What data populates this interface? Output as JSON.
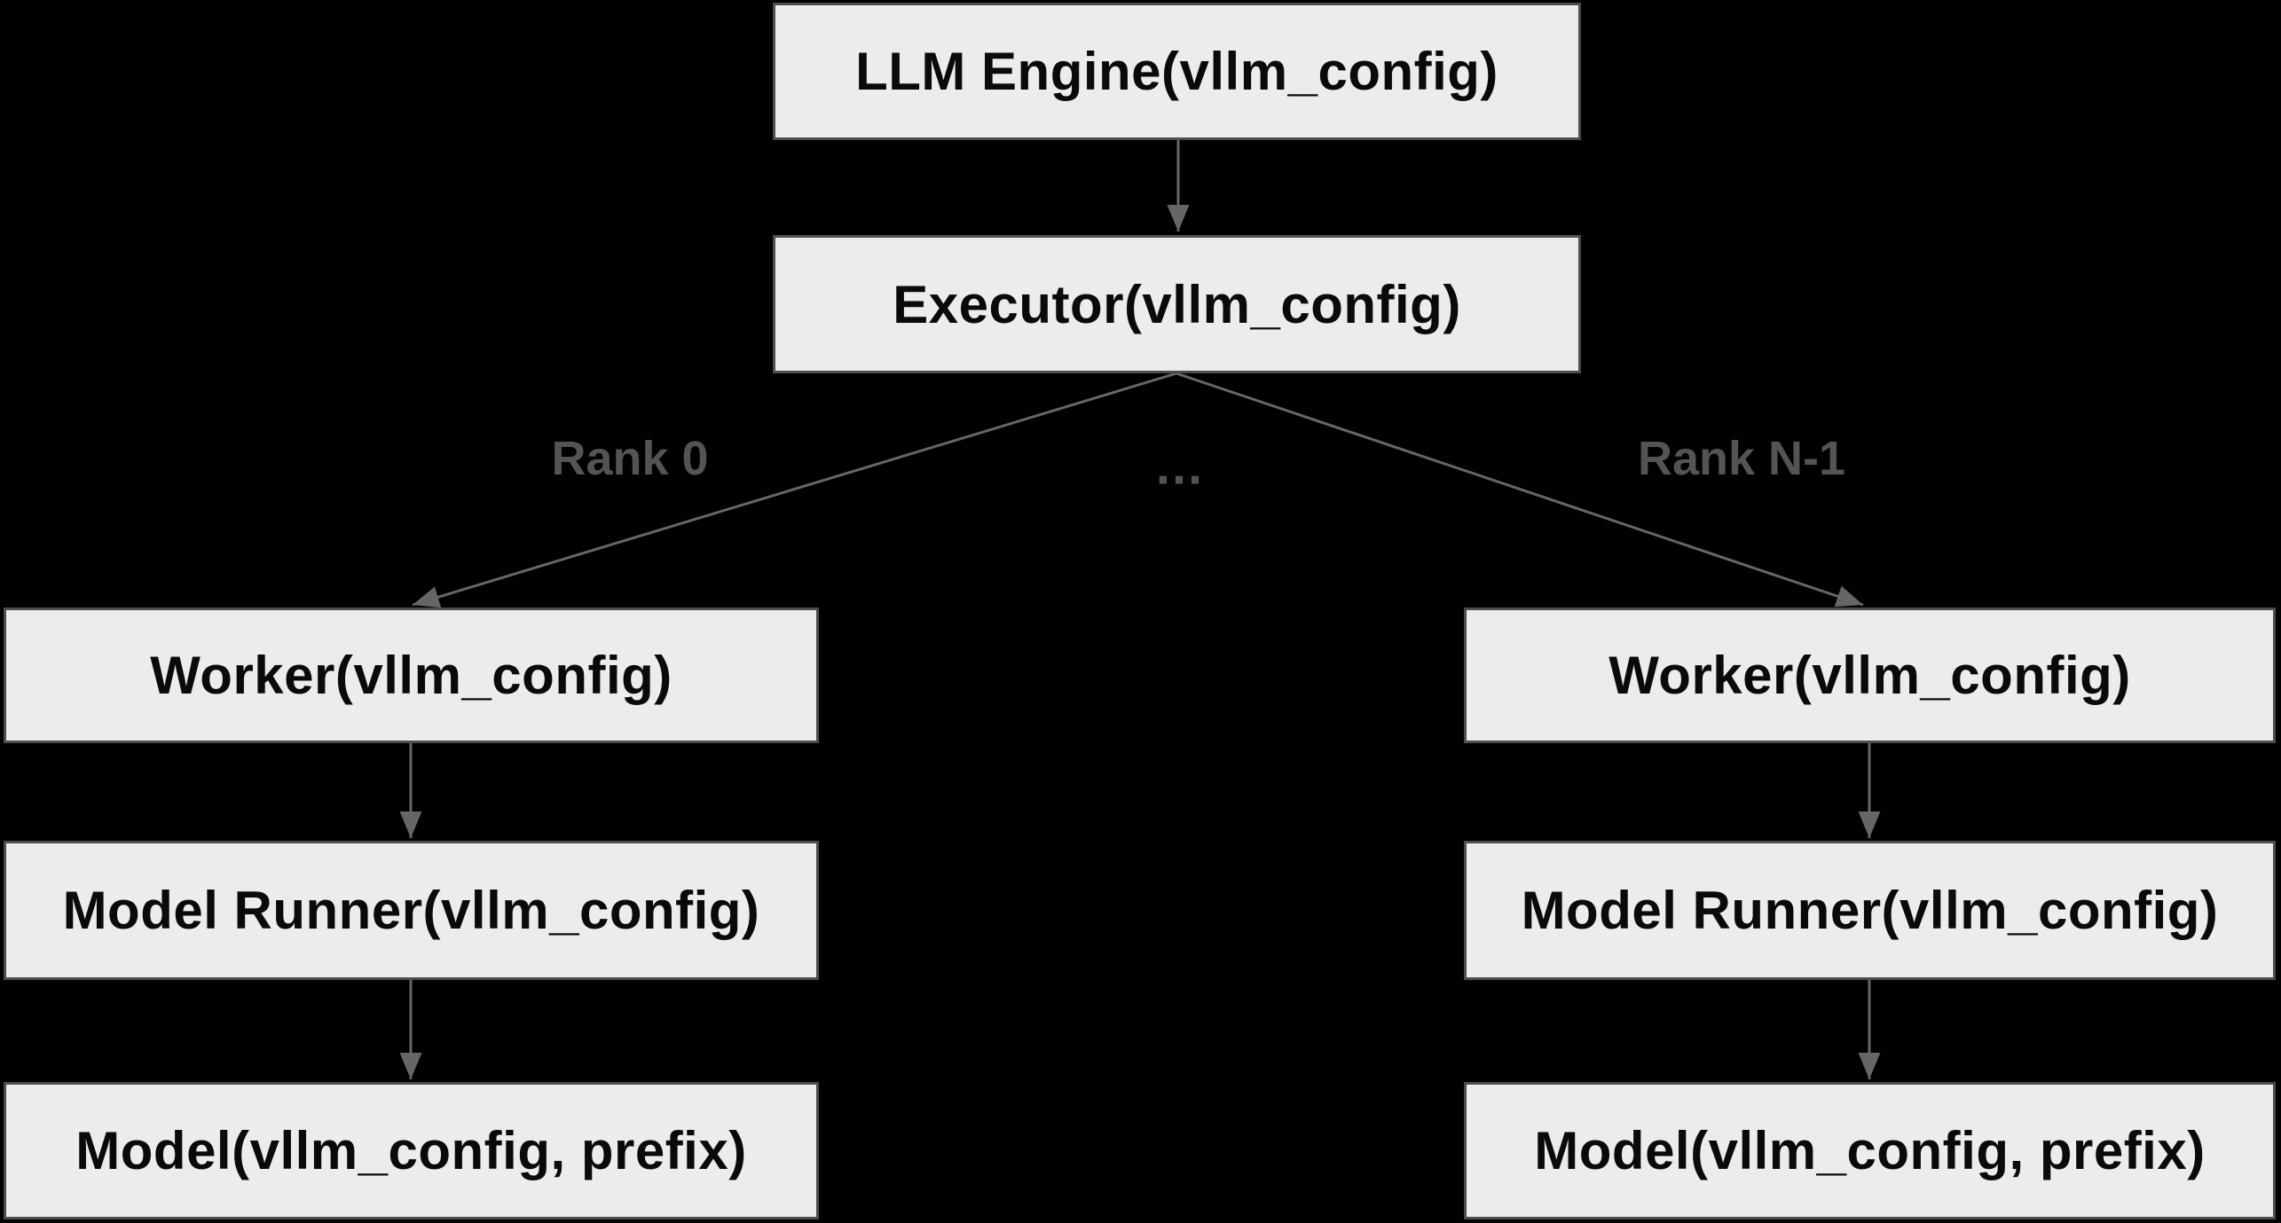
{
  "diagram": {
    "nodes": {
      "llm_engine": {
        "label": "LLM Engine(vllm_config)"
      },
      "executor": {
        "label": "Executor(vllm_config)"
      },
      "worker_left": {
        "label": "Worker(vllm_config)"
      },
      "model_runner_left": {
        "label": "Model Runner(vllm_config)"
      },
      "model_left": {
        "label": "Model(vllm_config, prefix)"
      },
      "worker_right": {
        "label": "Worker(vllm_config)"
      },
      "model_runner_right": {
        "label": "Model Runner(vllm_config)"
      },
      "model_right": {
        "label": "Model(vllm_config, prefix)"
      }
    },
    "edge_labels": {
      "rank_0": "Rank 0",
      "ellipsis": "...",
      "rank_n_minus_1": "Rank N-1"
    },
    "colors": {
      "background": "#000000",
      "node_fill": "#ececec",
      "node_border": "#4d4d4d",
      "node_text": "#0a0a0a",
      "edge": "#666666",
      "edge_label_text": "#545454"
    }
  }
}
